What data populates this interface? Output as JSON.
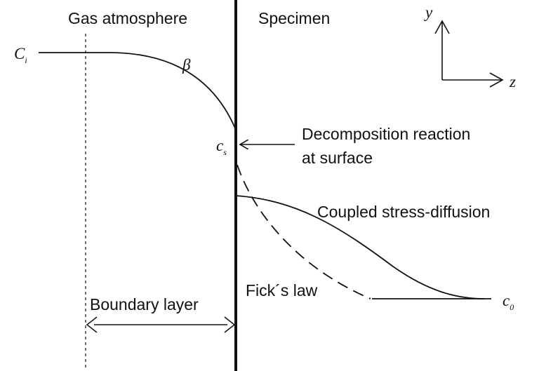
{
  "regions": {
    "gas": "Gas atmosphere",
    "specimen": "Specimen"
  },
  "axes": {
    "y": "y",
    "z": "z"
  },
  "concentrations": {
    "bulk_gas": {
      "symbol": "C",
      "subscript": "i"
    },
    "surface": {
      "symbol": "c",
      "subscript": "s"
    },
    "bulk_specimen": {
      "symbol": "c",
      "subscript": "0"
    }
  },
  "coefficient": "β",
  "annotations": {
    "reaction_line1": "Decomposition reaction",
    "reaction_line2": "at surface",
    "coupled": "Coupled stress-diffusion",
    "fick": "Fick´s law",
    "boundary": "Boundary layer"
  }
}
